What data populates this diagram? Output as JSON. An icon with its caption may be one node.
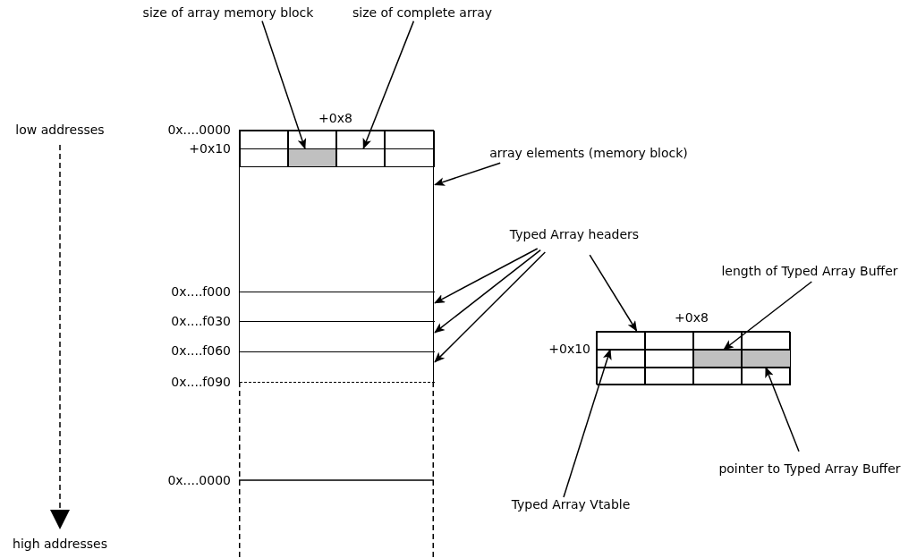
{
  "diagram": {
    "nodes": [
      {
        "text": [
          "size of array memory block"
        ]
      },
      {
        "text": [
          "size of complete array"
        ]
      },
      {
        "text": [
          "array elements (memory block)"
        ]
      },
      {
        "text": [
          "Typed Array headers"
        ]
      },
      {
        "text": [
          "length of Typed Array Buffer"
        ]
      },
      {
        "text": [
          "pointer to Typed Array Buffer"
        ]
      },
      {
        "text": [
          "Typed Array Vtable"
        ]
      },
      {
        "text": [],
        "shape": "box"
      },
      {
        "text": [],
        "shape": "box",
        "in": 7
      },
      {
        "text": [],
        "shape": "box",
        "in": 7
      },
      {
        "text": [],
        "shape": "box",
        "in": 7
      },
      {
        "text": [],
        "shape": "box",
        "in": 7
      },
      {
        "text": [],
        "shape": "box",
        "in": 7
      },
      {
        "text": [],
        "shape": "box",
        "in": 7
      },
      {
        "text": [],
        "shape": "box"
      },
      {
        "text": [],
        "shape": "box",
        "in": 14
      },
      {
        "text": [],
        "shape": "box",
        "in": 14
      },
      {
        "text": [],
        "shape": "box",
        "in": 14
      }
    ],
    "edges": [
      {
        "from": 0,
        "to": 8,
        "arrow": "to"
      },
      {
        "from": 1,
        "to": 9,
        "arrow": "to"
      },
      {
        "from": 2,
        "to": 10,
        "arrow": "to"
      },
      {
        "from": 3,
        "to": 11,
        "arrow": "to"
      },
      {
        "from": 3,
        "to": 12,
        "arrow": "to"
      },
      {
        "from": 3,
        "to": 13,
        "arrow": "to"
      },
      {
        "from": 3,
        "to": 14,
        "arrow": "to"
      },
      {
        "from": 4,
        "to": 16,
        "arrow": "to"
      },
      {
        "from": 5,
        "to": 17,
        "arrow": "to"
      },
      {
        "from": 6,
        "to": 15,
        "arrow": "to"
      }
    ],
    "labels": [
      "+0x8",
      "low addresses",
      "0x....0000",
      "+0x10",
      "0x....f000",
      "+0x8",
      "+0x10",
      "0x....f030",
      "0x....f060",
      "0x....f090",
      "0x....0000",
      "high addresses"
    ]
  }
}
